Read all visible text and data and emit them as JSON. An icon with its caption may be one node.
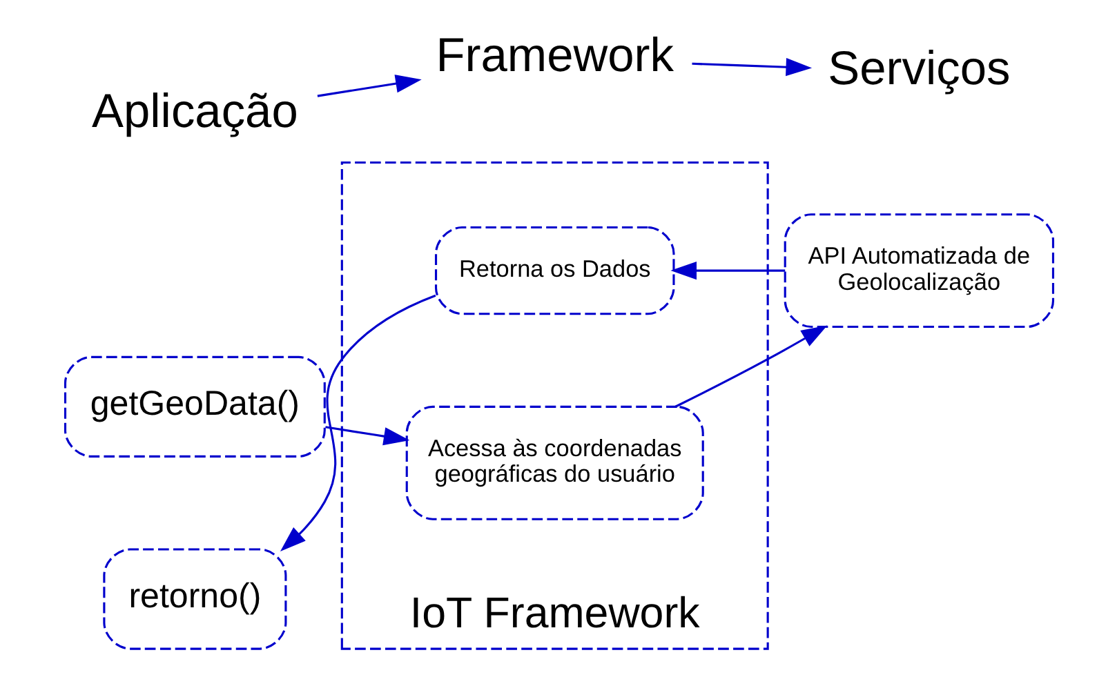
{
  "diagram": {
    "nodes": [
      {
        "text": [
          "Aplicação"
        ]
      },
      {
        "text": [
          "Framework"
        ]
      },
      {
        "text": [
          "Serviços"
        ]
      },
      {
        "text": [
          "IoT Framework"
        ]
      },
      {
        "text": [
          "getGeoData()"
        ]
      },
      {
        "text": [
          "Acessa às coordenadas geográficas do usuário"
        ],
        "in": 3
      },
      {
        "text": [
          "API Automatizada de Geolocalização"
        ]
      },
      {
        "text": [
          "retorno()"
        ]
      },
      {
        "text": [
          "Retorna os Dados"
        ],
        "in": 3
      }
    ],
    "edges": [
      {
        "from": 0,
        "to": 1,
        "arrow": "to"
      },
      {
        "from": 1,
        "to": 2,
        "arrow": "to"
      },
      {
        "from": 4,
        "to": 5,
        "arrow": "to"
      },
      {
        "from": 5,
        "to": 6,
        "arrow": "to"
      },
      {
        "from": 6,
        "to": 8,
        "arrow": "to"
      },
      {
        "from": 8,
        "to": 7,
        "arrow": "to"
      }
    ]
  }
}
